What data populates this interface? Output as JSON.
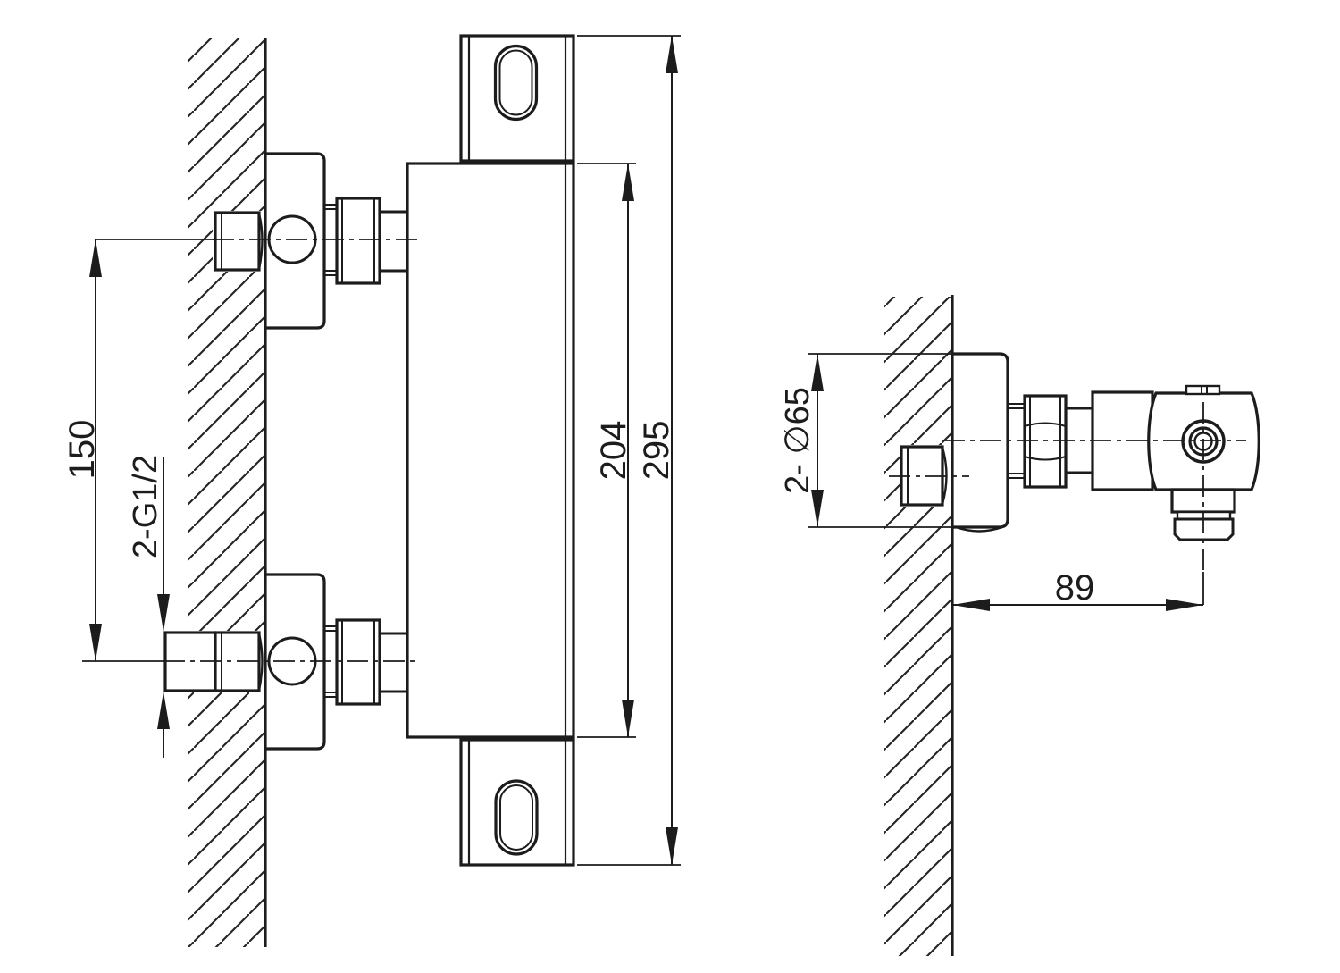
{
  "dims": {
    "d150": "150",
    "dthread": "2-G1/2",
    "d204": "204",
    "d295": "295",
    "dflange": "2- ∅65",
    "d89": "89"
  }
}
